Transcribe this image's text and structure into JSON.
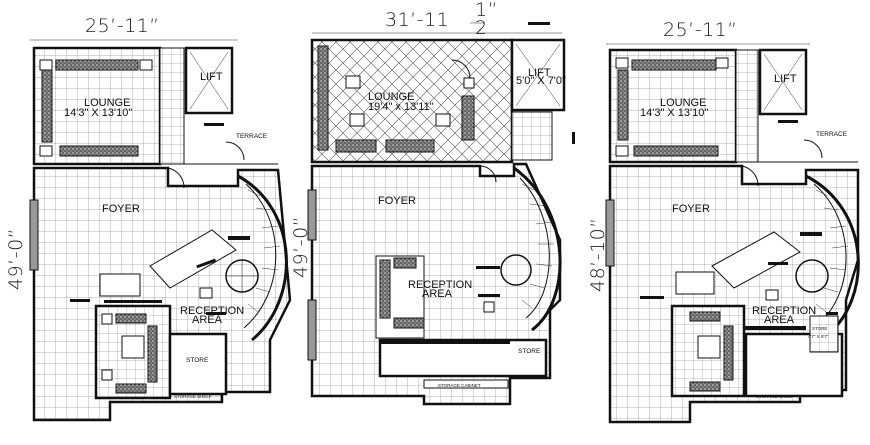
{
  "plans": [
    {
      "width_dim": "25’-11”",
      "depth_dim": "49’-0”",
      "rooms": {
        "lounge": "LOUNGE",
        "lounge_size": "14'3\" X 13'10\"",
        "lift": "LIFT",
        "terrace": "TERRACE",
        "foyer": "FOYER",
        "reception": "RECEPTION",
        "reception_area": "AREA",
        "store": "STORE",
        "storage": "STORAGE SHELF"
      }
    },
    {
      "width_dim": "31’-11",
      "width_frac_num": "1”",
      "width_frac_den": "2",
      "depth_dim": "49’-0”",
      "rooms": {
        "lounge": "LOUNGE",
        "lounge_size": "19'4\" x 13'11\"",
        "lift": "LIFT",
        "lift_size": "5'0\" X 7'0\"",
        "foyer": "FOYER",
        "reception": "RECEPTION",
        "reception_area": "AREA",
        "store": "STORE",
        "storage": "STORAGE CABINET"
      }
    },
    {
      "width_dim": "25’-11”",
      "depth_dim": "48’-10”",
      "rooms": {
        "lounge": "LOUNGE",
        "lounge_size": "14'3\" X 13'10\"",
        "lift": "LIFT",
        "terrace": "TERRACE",
        "foyer": "FOYER",
        "reception": "RECEPTION",
        "reception_area": "AREA",
        "store": "STORE",
        "store_size": "4'7\" X 8'7\"",
        "storage": "STORAGE SHELF"
      }
    }
  ]
}
